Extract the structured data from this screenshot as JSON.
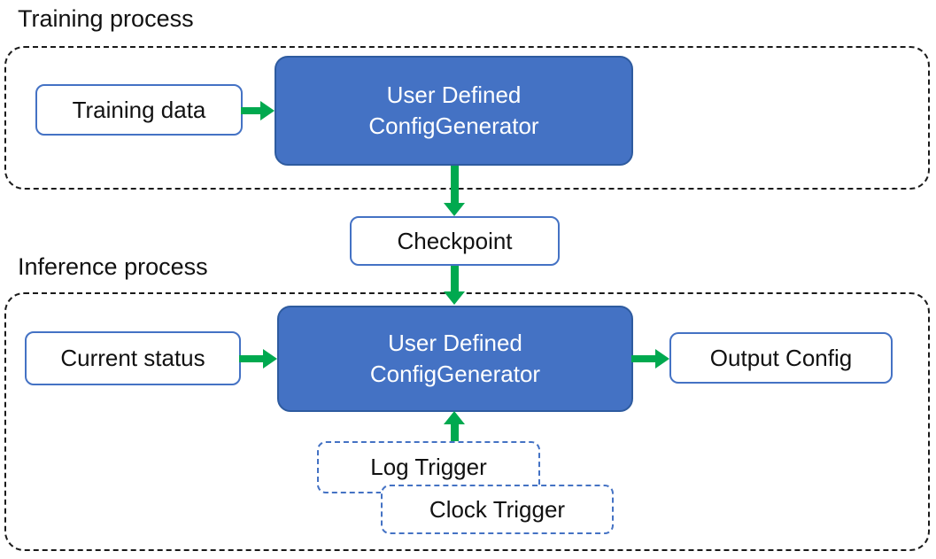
{
  "colors": {
    "box_fill_blue": "#4472C4",
    "box_border_dark_blue": "#2E5B9F",
    "light_box_border_blue": "#4472C4",
    "trigger_dashed_border_blue": "#4472C4",
    "arrow_green": "#00A94F",
    "container_dashed_border": "#1a1a1a",
    "text_dark": "#111111",
    "text_light": "#FFFFFF",
    "background": "#FFFFFF"
  },
  "training": {
    "label": "Training process",
    "training_data_label": "Training data",
    "generator_line1": "User Defined",
    "generator_line2": "ConfigGenerator"
  },
  "checkpoint": {
    "label": "Checkpoint"
  },
  "inference": {
    "label": "Inference process",
    "current_status_label": "Current status",
    "generator_line1": "User Defined",
    "generator_line2": "ConfigGenerator",
    "output_config_label": "Output Config",
    "log_trigger_label": "Log Trigger",
    "clock_trigger_label": "Clock Trigger"
  },
  "arrows": [
    {
      "from": "Training data",
      "to": "User Defined ConfigGenerator (training)",
      "direction": "right"
    },
    {
      "from": "User Defined ConfigGenerator (training)",
      "to": "Checkpoint",
      "direction": "down"
    },
    {
      "from": "Checkpoint",
      "to": "User Defined ConfigGenerator (inference)",
      "direction": "down"
    },
    {
      "from": "Current status",
      "to": "User Defined ConfigGenerator (inference)",
      "direction": "right"
    },
    {
      "from": "User Defined ConfigGenerator (inference)",
      "to": "Output Config",
      "direction": "right"
    },
    {
      "from": "Log Trigger / Clock Trigger",
      "to": "User Defined ConfigGenerator (inference)",
      "direction": "up"
    }
  ]
}
